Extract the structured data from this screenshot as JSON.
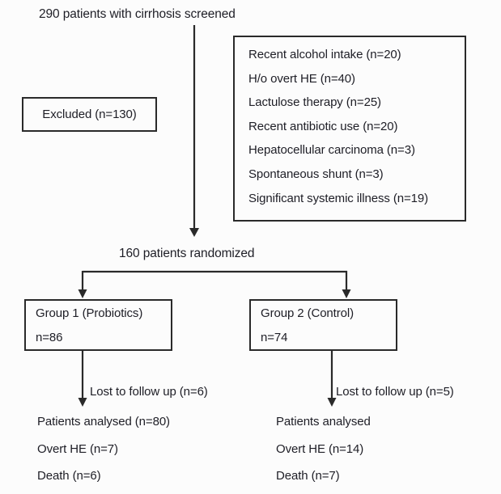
{
  "screened_label": "290 patients with cirrhosis screened",
  "excluded_box": {
    "label": "Excluded (n=130)"
  },
  "exclusions_box": {
    "items": [
      "Recent alcohol intake (n=20)",
      "H/o overt HE (n=40)",
      "Lactulose therapy (n=25)",
      "Recent antibiotic use (n=20)",
      "Hepatocellular carcinoma (n=3)",
      "Spontaneous shunt (n=3)",
      "Significant systemic illness (n=19)"
    ]
  },
  "randomized_label": "160 patients randomized",
  "group1": {
    "name": "Group 1 (Probiotics)",
    "n": "n=86",
    "lost_label": "Lost to follow up (n=6)",
    "outcomes": [
      "Patients analysed (n=80)",
      "Overt HE (n=7)",
      "Death (n=6)"
    ]
  },
  "group2": {
    "name": "Group 2 (Control)",
    "n": "n=74",
    "lost_label": "Lost to follow up (n=5)",
    "outcomes": [
      "Patients analysed",
      "Overt HE (n=14)",
      "Death (n=7)"
    ]
  },
  "colors": {
    "line": "#2a2a2a",
    "text": "#1e1e26",
    "background": "#fcfcfc"
  }
}
